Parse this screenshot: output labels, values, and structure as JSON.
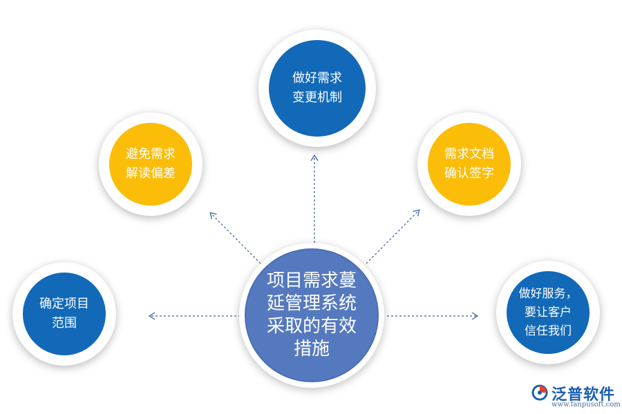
{
  "center": {
    "lines": [
      "项目需求蔓",
      "延管理系统",
      "采取的有效",
      "措施"
    ]
  },
  "nodes": {
    "top": {
      "lines": [
        "做好需求",
        "变更机制"
      ],
      "color": "#1269b8"
    },
    "left": {
      "lines": [
        "避免需求",
        "解读偏差"
      ],
      "color": "#fbbd08"
    },
    "right": {
      "lines": [
        "需求文档",
        "确认签字"
      ],
      "color": "#fbbd08"
    },
    "far_left": {
      "lines": [
        "确定项目",
        "范围"
      ],
      "color": "#1269b8"
    },
    "far_right": {
      "lines": [
        "做好服务，",
        "要让客户",
        "信任我们"
      ],
      "color": "#1269b8"
    }
  },
  "logo": {
    "title": "泛普软件",
    "url": "www.fanpusoft.com"
  },
  "colors": {
    "blue": "#1269b8",
    "yellow": "#fbbd08",
    "center": "#5579be",
    "arrow": "#3a5f9e"
  }
}
